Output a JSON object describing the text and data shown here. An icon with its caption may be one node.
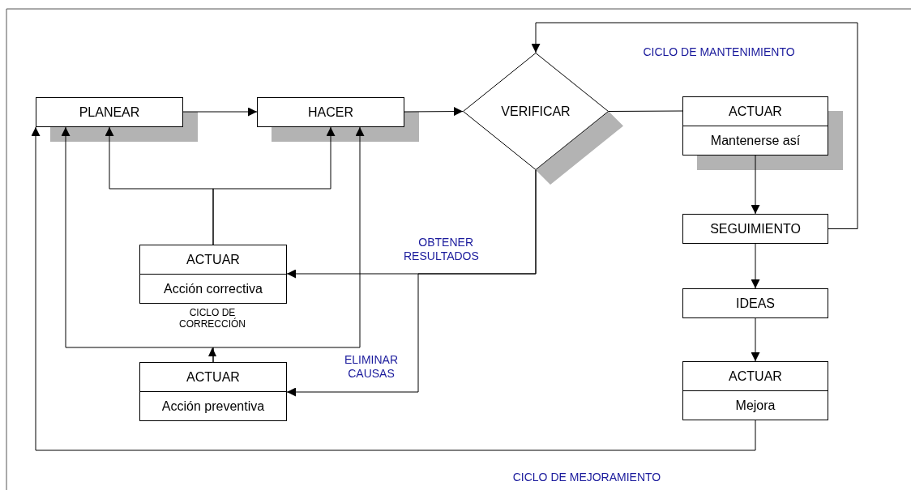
{
  "diagram": {
    "nodes": [
      {
        "text": [
          "PLANEAR"
        ]
      },
      {
        "text": [
          "HACER"
        ]
      },
      {
        "text": [
          "VERIFICAR"
        ]
      },
      {
        "text": [
          "ACTUAR",
          "Mantenerse así"
        ]
      },
      {
        "text": [
          "SEGUIMIENTO"
        ]
      },
      {
        "text": [
          "IDEAS"
        ]
      },
      {
        "text": [
          "ACTUAR",
          "Mejora"
        ]
      },
      {
        "text": [
          "ACTUAR",
          "Acción correctiva"
        ]
      },
      {
        "text": [
          "ACTUAR",
          "Acción preventiva"
        ]
      }
    ],
    "edges": [
      {
        "from": 0,
        "to": 1,
        "arrow": "to"
      },
      {
        "from": 1,
        "to": 2,
        "arrow": "to"
      },
      {
        "from": 2,
        "to": 3,
        "arrow": "none"
      },
      {
        "from": 3,
        "to": 4,
        "arrow": "to"
      },
      {
        "from": 4,
        "to": 2,
        "arrow": "to"
      },
      {
        "from": 4,
        "to": 5,
        "arrow": "to"
      },
      {
        "from": 5,
        "to": 6,
        "arrow": "to"
      },
      {
        "from": 6,
        "to": 0,
        "arrow": "to"
      },
      {
        "from": 2,
        "to": 7,
        "arrow": "to",
        "label": "OBTENER RESULTADOS"
      },
      {
        "from": 2,
        "to": 8,
        "arrow": "to",
        "label": "ELIMINAR CAUSAS"
      },
      {
        "from": 7,
        "to": 0,
        "arrow": "to"
      },
      {
        "from": 7,
        "to": 1,
        "arrow": "to"
      },
      {
        "from": 8,
        "to": 0,
        "arrow": "to"
      },
      {
        "from": 8,
        "to": 1,
        "arrow": "to"
      }
    ],
    "labels": [
      "CICLO DE MANTENIMIENTO",
      "CICLO DE CORRECCIÓN",
      "CICLO DE MEJORAMIENTO"
    ]
  }
}
